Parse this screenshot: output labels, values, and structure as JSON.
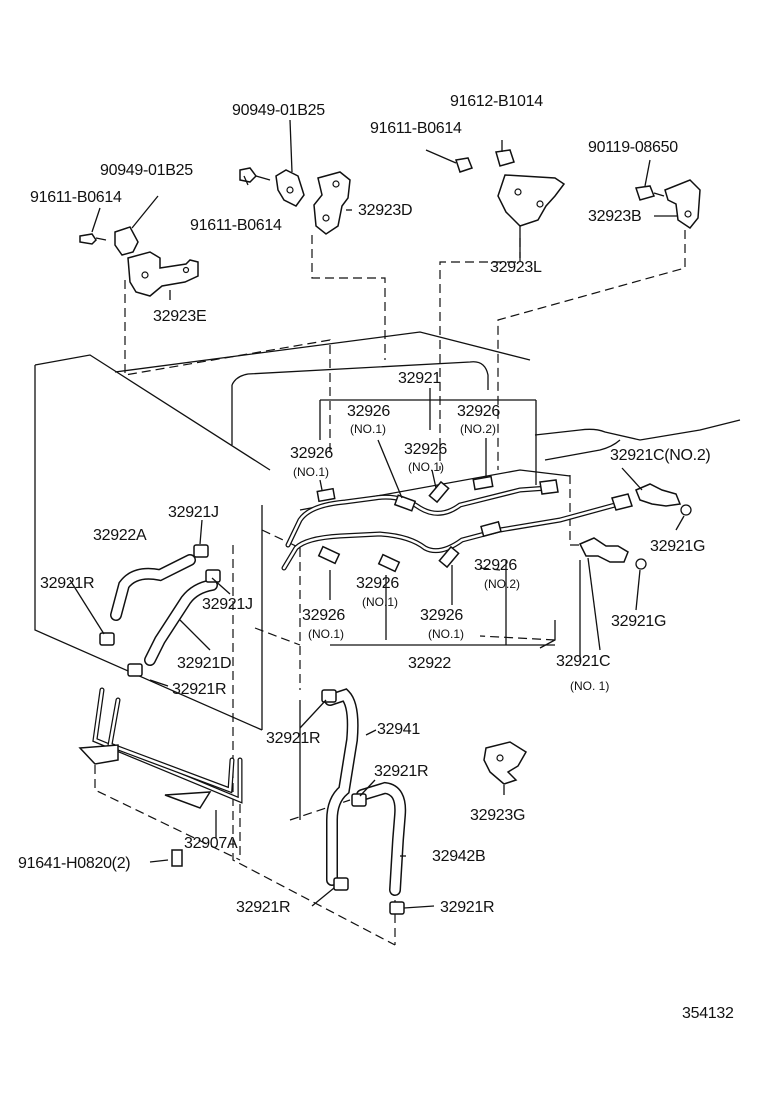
{
  "diagram_id": "354132",
  "labels": {
    "p90949_01B25_top": "90949-01B25",
    "p91612_B1014": "91612-B1014",
    "p91611_B0614_topright": "91611-B0614",
    "p90119_08650": "90119-08650",
    "p90949_01B25_left": "90949-01B25",
    "p91611_B0614_left": "91611-B0614",
    "p91611_B0614_mid": "91611-B0614",
    "p32923D": "32923D",
    "p32923B": "32923B",
    "p32923L": "32923L",
    "p32923E": "32923E",
    "p32921": "32921",
    "p32926_a": "32926",
    "p32926_a_sub": "(NO.1)",
    "p32926_b": "32926",
    "p32926_b_sub": "(NO.2)",
    "p32926_c": "32926",
    "p32926_c_sub": "(NO.1)",
    "p32926_d": "32926",
    "p32926_d_sub": "(NO.1)",
    "p32921C_no2": "32921C(NO.2)",
    "p32921J_a": "32921J",
    "p32922A": "32922A",
    "p32921G_a": "32921G",
    "p32921R_a": "32921R",
    "p32921J_b": "32921J",
    "p32926_e": "32926",
    "p32926_e_sub": "(NO.2)",
    "p32926_f": "32926",
    "p32926_f_sub": "(NO.1)",
    "p32926_g": "32926",
    "p32926_g_sub": "(NO.1)",
    "p32926_h": "32926",
    "p32926_h_sub": "(NO.1)",
    "p32921G_b": "32921G",
    "p32921D": "32921D",
    "p32922": "32922",
    "p32921C_no1": "32921C",
    "p32921C_no1_sub": "(NO. 1)",
    "p32921R_b": "32921R",
    "p32941": "32941",
    "p32921R_c": "32921R",
    "p32921R_d": "32921R",
    "p32923G": "32923G",
    "p32907A": "32907A",
    "p32942B": "32942B",
    "p91641_H0820": "91641-H0820(2)",
    "p32921R_e": "32921R",
    "p32921R_f": "32921R"
  }
}
